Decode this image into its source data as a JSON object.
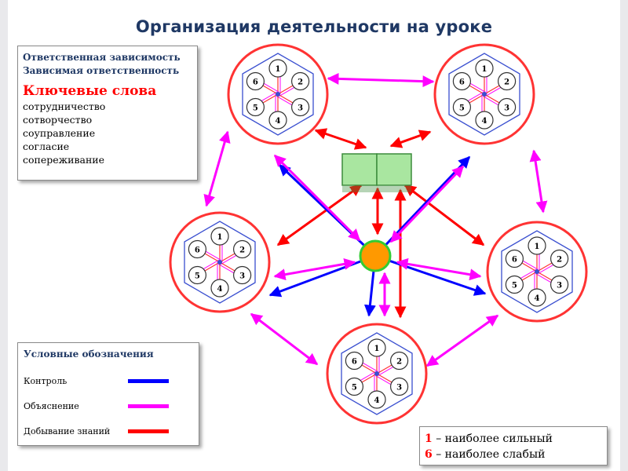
{
  "title": "Организация деятельности на уроке",
  "key_box": {
    "lines": [
      "Ответственная зависимость",
      "Зависимая ответственность"
    ],
    "keywords_title": "Ключевые слова",
    "keywords": [
      "сотрудничество",
      "сотворчество",
      "соуправление",
      "согласие",
      "сопереживание"
    ]
  },
  "legend": {
    "title": "Условные обозначения",
    "items": [
      {
        "label": "Контроль",
        "color": "#0000ff"
      },
      {
        "label": "Объяснение",
        "color": "#ff00ff"
      },
      {
        "label": "Добывание знаний",
        "color": "#ff0000"
      }
    ]
  },
  "ranking": {
    "strong_num": "1",
    "strong_text": " – наиболее сильный",
    "weak_num": "6",
    "weak_text": " – наиболее слабый"
  },
  "group_labels": [
    "1",
    "2",
    "3",
    "4",
    "5",
    "6"
  ],
  "colors": {
    "control": "#0000ff",
    "explain": "#ff00ff",
    "knowledge": "#ff0000",
    "teacher": "#ff9900",
    "book": "#a9e6a0",
    "title": "#1f3864"
  },
  "icons": [
    "book-icon",
    "teacher-icon"
  ]
}
